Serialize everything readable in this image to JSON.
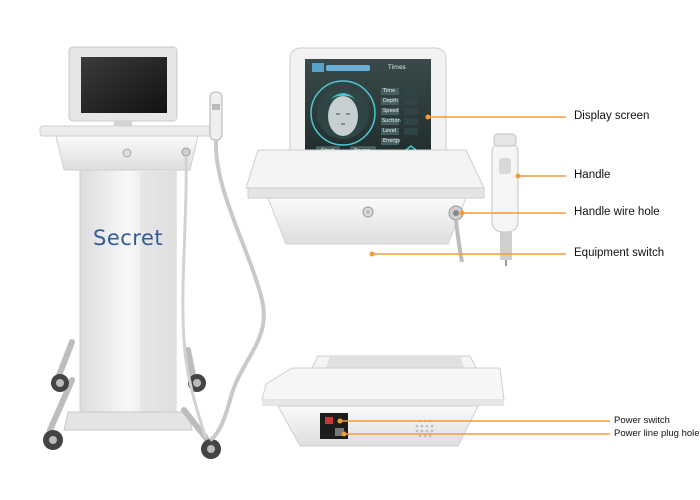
{
  "product": {
    "brand_name": "Secret"
  },
  "screen_ui": {
    "header_label": "Times",
    "menu_items": [
      "Time",
      "Depth",
      "Speed",
      "Suction",
      "Level",
      "Energy"
    ],
    "start_label": "Start",
    "pause_label": "Pause"
  },
  "callouts": {
    "display_screen": "Display screen",
    "handle": "Handle",
    "handle_wire_hole": "Handle wire hole",
    "equipment_switch": "Equipment switch",
    "power_switch": "Power switch",
    "power_line_plug_hole": "Power line plug hole"
  },
  "colors": {
    "callout_line": "#f39a3a",
    "brand_text": "#2f5d9c",
    "device_body": "#f1f1f1",
    "screen_bg": "#2b3a3a"
  }
}
